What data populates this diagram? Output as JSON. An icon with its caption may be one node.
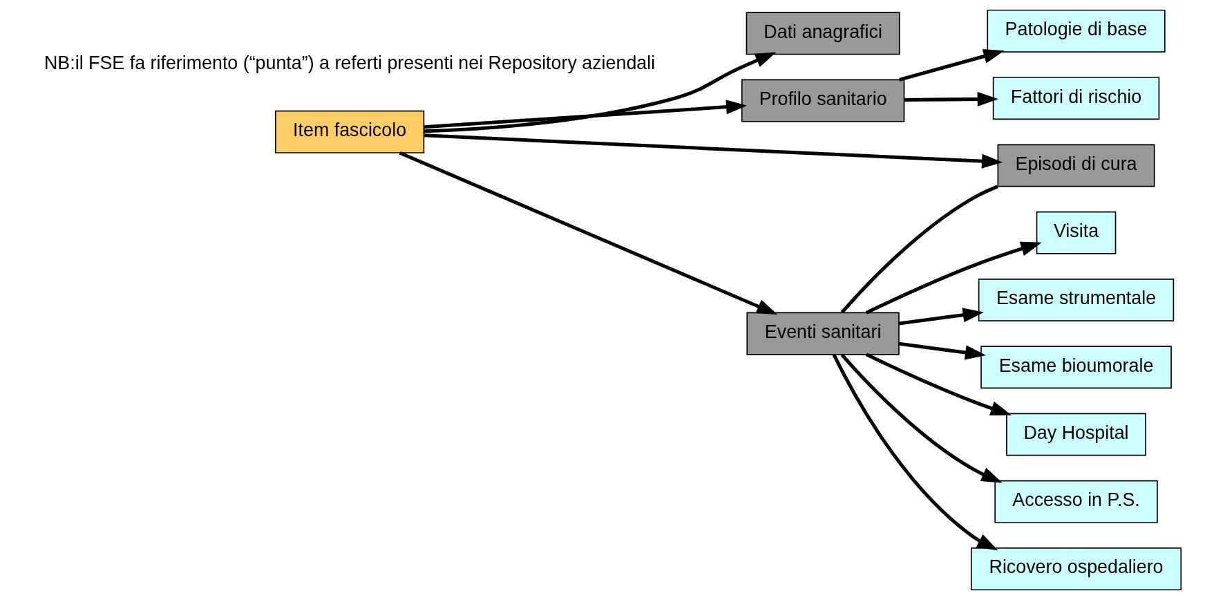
{
  "diagram": {
    "nodes": [
      {
        "text": [
          "Item fascicolo"
        ]
      },
      {
        "text": [
          "Dati anagrafici"
        ]
      },
      {
        "text": [
          "Profilo sanitario"
        ]
      },
      {
        "text": [
          "Eventi sanitari"
        ]
      },
      {
        "text": [
          "Episodi di cura"
        ]
      },
      {
        "text": [
          "Patologie di base"
        ]
      },
      {
        "text": [
          "Fattori di rischio"
        ]
      },
      {
        "text": [
          "Visita"
        ]
      },
      {
        "text": [
          "Esame strumentale"
        ]
      },
      {
        "text": [
          "Esame bioumorale"
        ]
      },
      {
        "text": [
          "Day Hospital"
        ]
      },
      {
        "text": [
          "Accesso in P.S."
        ]
      },
      {
        "text": [
          "Ricovero ospedaliero"
        ]
      }
    ],
    "edges": [
      {
        "from": 0,
        "to": 1,
        "arrow": "to"
      },
      {
        "from": 0,
        "to": 2,
        "arrow": "to"
      },
      {
        "from": 0,
        "to": 3,
        "arrow": "to"
      },
      {
        "from": 0,
        "to": 4,
        "arrow": "to"
      },
      {
        "from": 2,
        "to": 5,
        "arrow": "to"
      },
      {
        "from": 2,
        "to": 6,
        "arrow": "to"
      },
      {
        "from": 3,
        "to": 4,
        "arrow": "none"
      },
      {
        "from": 3,
        "to": 7,
        "arrow": "to"
      },
      {
        "from": 3,
        "to": 10,
        "arrow": "to"
      },
      {
        "from": 3,
        "to": 8,
        "arrow": "to"
      },
      {
        "from": 3,
        "to": 11,
        "arrow": "to"
      },
      {
        "from": 3,
        "to": 9,
        "arrow": "to"
      },
      {
        "from": 3,
        "to": 12,
        "arrow": "to"
      }
    ],
    "labels": [
      "NB:il FSE fa riferimento (“punta”) a referti presenti nei Repository aziendali"
    ]
  }
}
